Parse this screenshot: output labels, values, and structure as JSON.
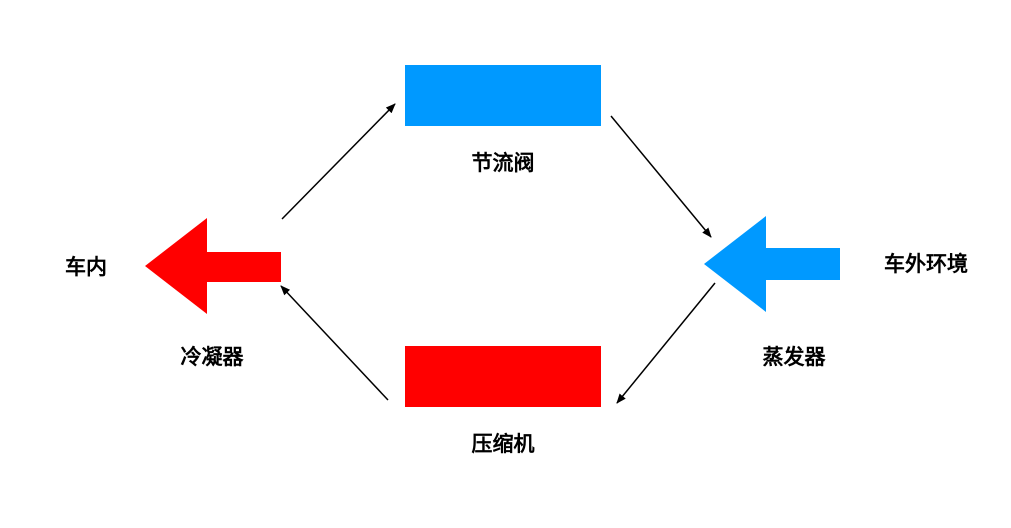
{
  "colors": {
    "blue": "#0099ff",
    "red": "#ff0000",
    "line": "#000000",
    "background": "#ffffff"
  },
  "labels": {
    "throttle_valve": "节流阀",
    "compressor": "压缩机",
    "condenser": "冷凝器",
    "evaporator": "蒸发器",
    "inside_car": "车内",
    "outside_env": "车外环境"
  }
}
